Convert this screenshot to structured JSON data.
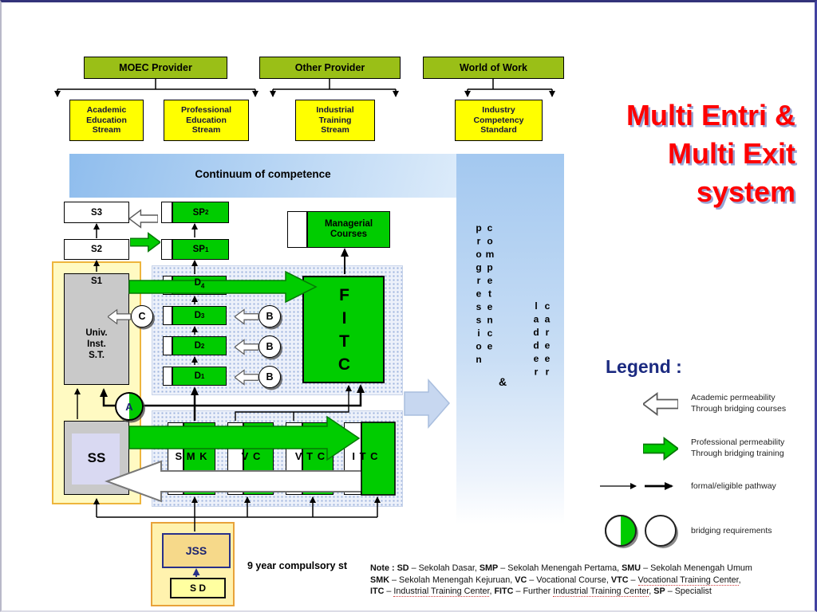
{
  "slide": {
    "title_lines": [
      "Multi Entri &",
      "Multi Exit",
      "system"
    ],
    "colors": {
      "accent_red": "#ff0000",
      "provider_green": "#9abf17",
      "stream_yellow": "#ffff00",
      "node_green": "#00cc00",
      "navy": "#1b2a80"
    }
  },
  "org_chart": {
    "providers": [
      {
        "label": "MOEC Provider"
      },
      {
        "label": "Other Provider"
      },
      {
        "label": "World of Work"
      }
    ],
    "streams": [
      {
        "label": "Academic\nEducation\nStream"
      },
      {
        "label": "Professional\nEducation\nStream"
      },
      {
        "label": "Industrial\nTraining\nStream"
      },
      {
        "label": "Industry\nCompetency\nStandard"
      }
    ]
  },
  "continuum": {
    "header": "Continuum of competence",
    "left_axis": "competence progression",
    "amp": "&",
    "right_axis": "career ladder"
  },
  "nodes": {
    "s3": "S3",
    "s2": "S2",
    "s1": "S1",
    "univ": "Univ.\nInst.\nS.T.",
    "ss": "SS",
    "sp2_base": "SP",
    "sp2_sub": "2",
    "sp1_base": "SP",
    "sp1_sub": "1",
    "managerial": "Managerial\nCourses",
    "fitc": "FITC",
    "d4_base": "D",
    "d4_sub": "4",
    "d3_base": "D",
    "d3_sub": "3",
    "d2_base": "D",
    "d2_sub": "2",
    "d1_base": "D",
    "d1_sub": "1",
    "smk": "S M K",
    "vc": "V C",
    "vtc": "V T C",
    "itc": "I T C",
    "jss": "JSS",
    "sd": "S D"
  },
  "bridges": {
    "a": "A",
    "b": "B",
    "c": "C"
  },
  "basic_education": {
    "compulsory": "9 year compulsory st"
  },
  "legend": {
    "title": "Legend :",
    "items": [
      {
        "label": "Academic permeability\nThrough bridging courses"
      },
      {
        "label": "Professional permeability\nThrough bridging training"
      },
      {
        "label": "formal/eligible pathway"
      },
      {
        "label": "bridging requirements"
      }
    ]
  },
  "note": {
    "lines": [
      [
        {
          "t": "Note : SD"
        },
        {
          "t": " – Sekolah Dasar, "
        },
        {
          "t": "SMP"
        },
        {
          "t": " – Sekolah Menengah Pertama, "
        },
        {
          "t": "SMU"
        },
        {
          "t": " – Sekolah Menengah Umum"
        }
      ],
      [
        {
          "t": "SMK"
        },
        {
          "t": " – Sekolah Menengah Kejuruan, "
        },
        {
          "t": "VC"
        },
        {
          "t": " – Vocational Course, "
        },
        {
          "t": "VTC"
        },
        {
          "t": " – "
        },
        {
          "t": "Vocational Training Center"
        },
        {
          "t": ","
        }
      ],
      [
        {
          "t": "ITC"
        },
        {
          "t": " – "
        },
        {
          "t": "Industrial Training Center"
        },
        {
          "t": ", "
        },
        {
          "t": "FITC"
        },
        {
          "t": " – Further "
        },
        {
          "t": "Industrial Training Center"
        },
        {
          "t": ", "
        },
        {
          "t": "SP"
        },
        {
          "t": " – Specialist"
        }
      ]
    ]
  }
}
